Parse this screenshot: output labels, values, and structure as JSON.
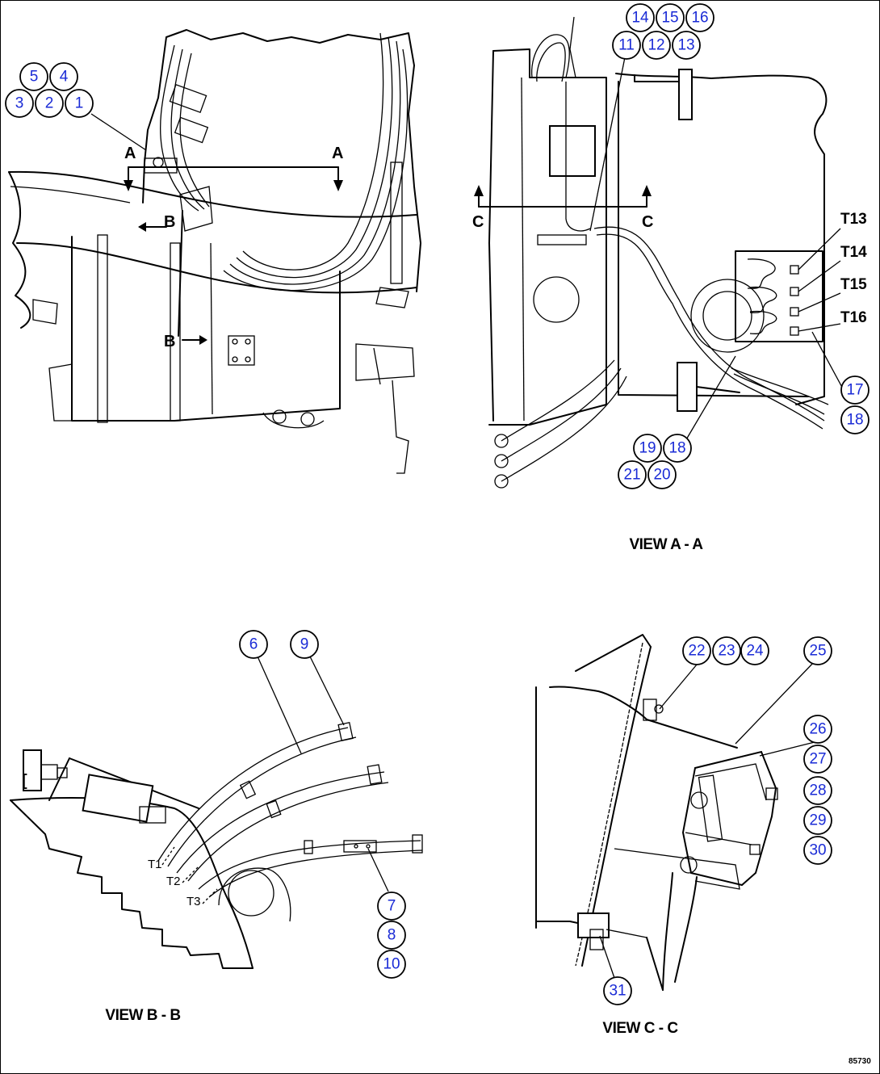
{
  "drawing": {
    "views": {
      "main": "",
      "aa": "VIEW A - A",
      "bb": "VIEW B - B",
      "cc": "VIEW C - C"
    },
    "section_marks": {
      "a": "A",
      "b": "B",
      "c": "C"
    },
    "terminals": {
      "t13": "T13",
      "t14": "T14",
      "t15": "T15",
      "t16": "T16",
      "t1": "T1",
      "t2": "T2",
      "t3": "T3"
    },
    "callouts": [
      "1",
      "2",
      "3",
      "4",
      "5",
      "6",
      "7",
      "8",
      "9",
      "10",
      "11",
      "12",
      "13",
      "14",
      "15",
      "16",
      "17",
      "18",
      "18",
      "19",
      "20",
      "21",
      "22",
      "23",
      "24",
      "25",
      "26",
      "27",
      "28",
      "29",
      "30",
      "31"
    ],
    "drawing_code": "85730",
    "clip_mark": "[",
    "colors": {
      "callout_text": "#1a2bd6",
      "line": "#000000",
      "background": "#ffffff"
    }
  }
}
